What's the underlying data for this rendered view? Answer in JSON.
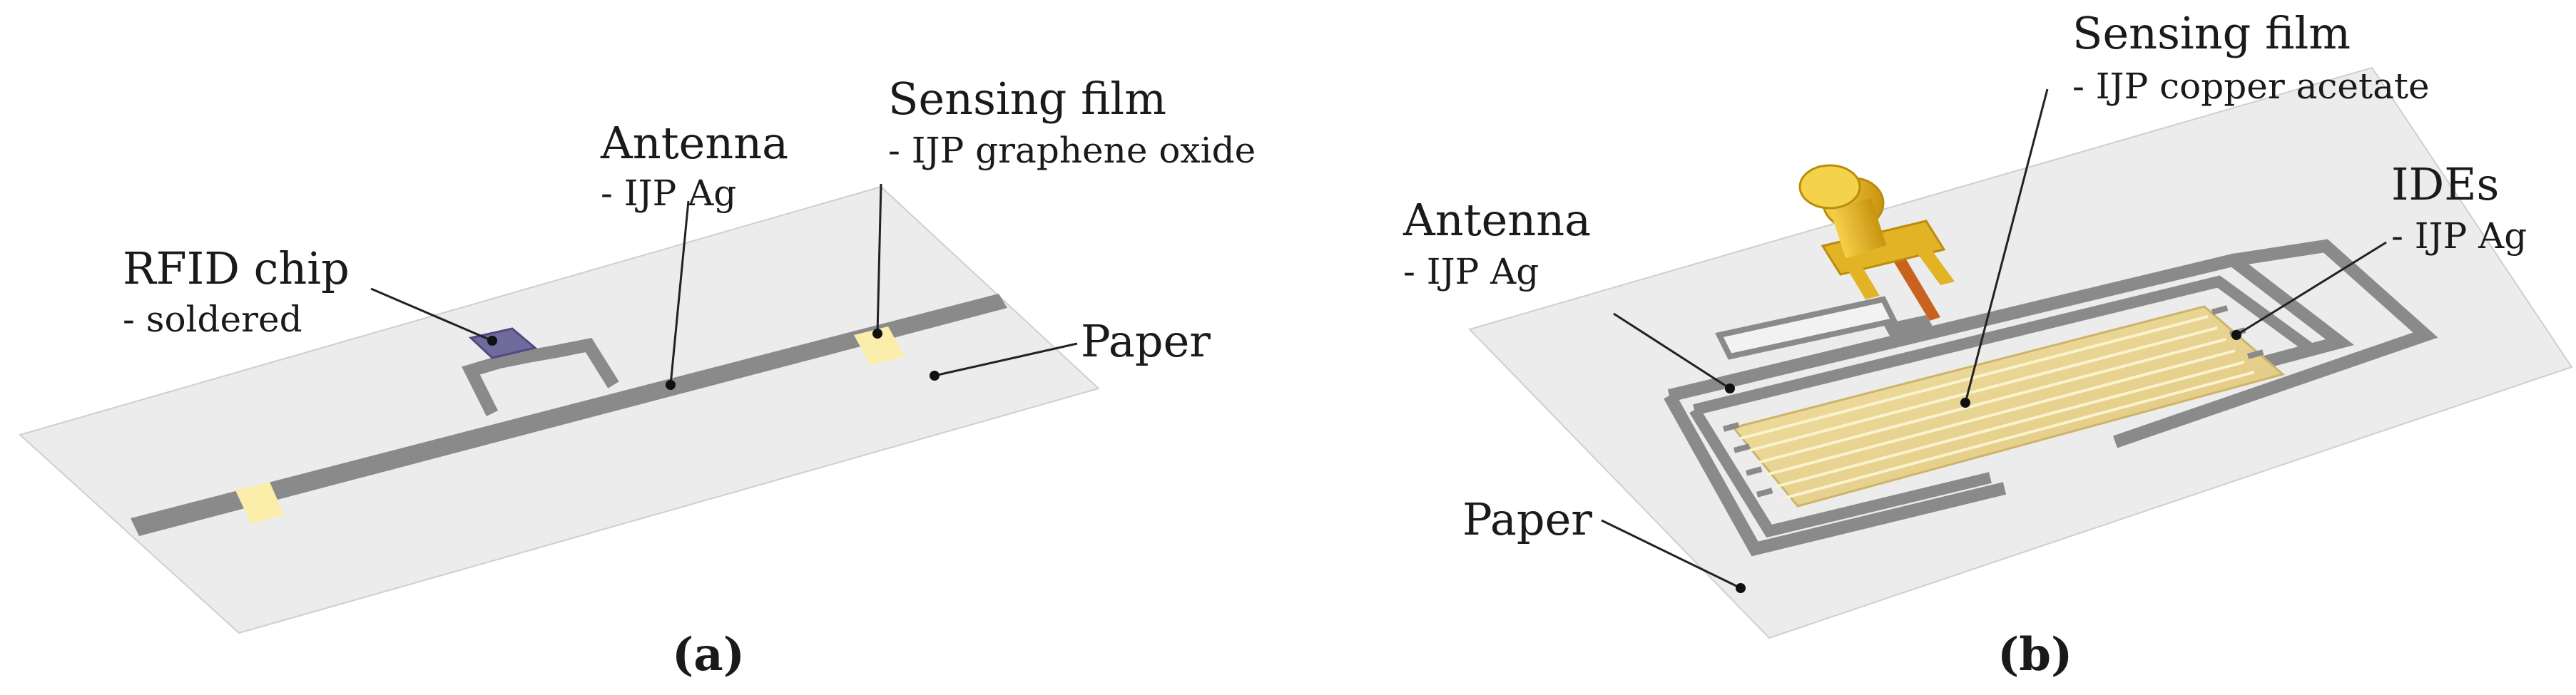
{
  "panel_a": {
    "caption": "(a)",
    "labels": {
      "rfid_title": "RFID chip",
      "rfid_sub": "- soldered",
      "antenna_title": "Antenna",
      "antenna_sub": "- IJP Ag",
      "sensing_title": "Sensing film",
      "sensing_sub": "- IJP graphene oxide",
      "paper": "Paper"
    }
  },
  "panel_b": {
    "caption": "(b)",
    "labels": {
      "sensing_title": "Sensing film",
      "sensing_sub": "- IJP copper acetate",
      "antenna_title": "Antenna",
      "antenna_sub": "- IJP Ag",
      "ides_title": "IDEs",
      "ides_sub": "- IJP Ag",
      "paper": "Paper"
    }
  },
  "colors": {
    "paper": "#ebebeb",
    "silver_trace": "#8c8c8c",
    "sensing_film_a": "#fbeeaa",
    "sensing_film_b": "#ecd58e",
    "rfid_chip": "#6f6b9c",
    "connector_gold": "#e8b92a",
    "connector_copper": "#c8621e"
  }
}
